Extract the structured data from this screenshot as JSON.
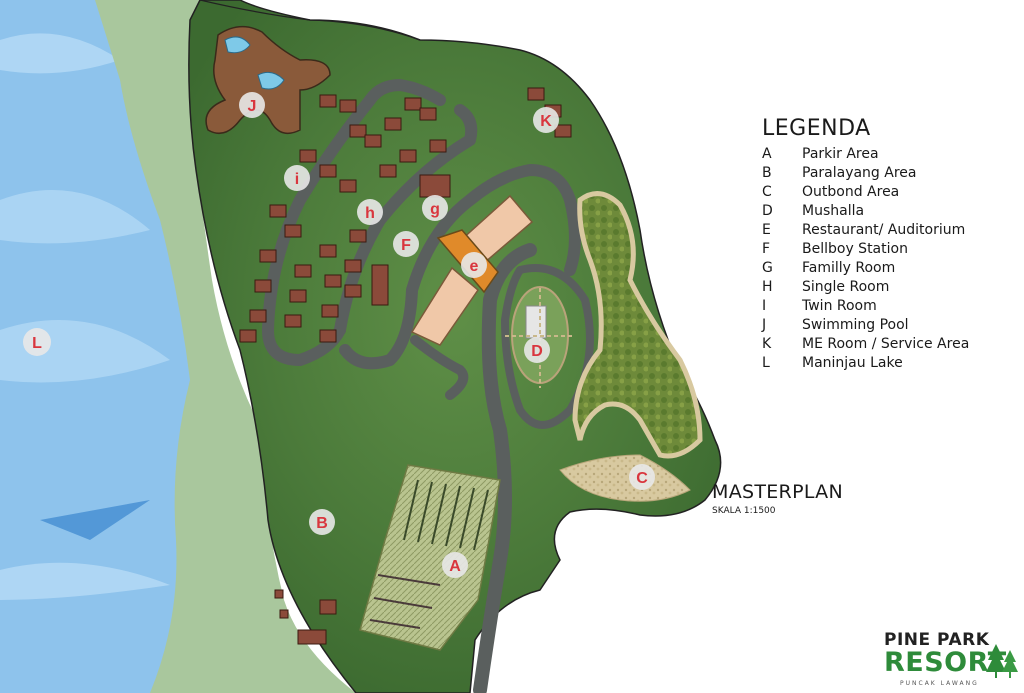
{
  "legend": {
    "title": "LEGENDA",
    "items": [
      {
        "key": "A",
        "label": "Parkir Area"
      },
      {
        "key": "B",
        "label": " Paralayang Area"
      },
      {
        "key": "C",
        "label": "Outbond Area"
      },
      {
        "key": "D",
        "label": "Mushalla"
      },
      {
        "key": "E",
        "label": "Restaurant/ Auditorium"
      },
      {
        "key": "F",
        "label": "Bellboy Station"
      },
      {
        "key": "G",
        "label": "Familly Room"
      },
      {
        "key": "H",
        "label": "Single Room"
      },
      {
        "key": "I",
        "label": "Twin Room"
      },
      {
        "key": "J",
        "label": "Swimming Pool"
      },
      {
        "key": "K",
        "label": "ME Room / Service Area"
      },
      {
        "key": "L",
        "label": "Maninjau Lake"
      }
    ]
  },
  "plan": {
    "title": "MASTERPLAN",
    "scale": "SKALA 1:1500"
  },
  "map_markers": {
    "A": "A",
    "B": "B",
    "C": "C",
    "D": "D",
    "E": "e",
    "F": "F",
    "G": "g",
    "H": "h",
    "I": "i",
    "J": "J",
    "K": "K",
    "L": "L"
  },
  "logo": {
    "line1": "PINE PARK",
    "line2": "RESORT",
    "line3": "PUNCAK LAWANG"
  },
  "colors": {
    "lake": "#8ec3ec",
    "shore": "#a9c79d",
    "grass": "#4e7e3c",
    "road": "#5a5f5e",
    "marker_fill": "#e8e8e8",
    "marker_text": "#d9363e",
    "logo_green": "#2e8b3a"
  }
}
